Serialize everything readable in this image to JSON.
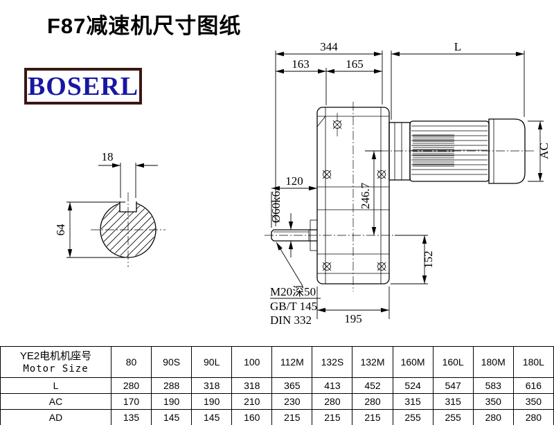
{
  "page": {
    "title": "F87减速机尺寸图纸",
    "logo_text": "BOSERL"
  },
  "colors": {
    "logo_text": "#1717a3",
    "logo_border": "#3b1612",
    "drawing_lines": "#000000",
    "background": "#ffffff"
  },
  "drawing": {
    "dims": {
      "top_width": "344",
      "motor_length": "L",
      "seg_left": "163",
      "seg_right": "165",
      "motor_height": "AC",
      "key_width": "18",
      "end_view_diameter": "64",
      "shaft_diameter": "Ø60k6",
      "shaft_length": "120",
      "axis_height": "246.7",
      "bottom_height": "152",
      "base_width": "195",
      "tap_note": "M20深50",
      "standard1": "GB/T 145",
      "standard2": "DIN 332"
    }
  },
  "table": {
    "header": {
      "line1": "YE2电机机座号",
      "line2": "Motor Size"
    },
    "columns": [
      "80",
      "90S",
      "90L",
      "100",
      "112M",
      "132S",
      "132M",
      "160M",
      "160L",
      "180M",
      "180L"
    ],
    "rows": [
      {
        "label": "L",
        "values": [
          "280",
          "288",
          "318",
          "318",
          "365",
          "413",
          "452",
          "524",
          "547",
          "583",
          "616"
        ]
      },
      {
        "label": "AC",
        "values": [
          "170",
          "190",
          "190",
          "210",
          "230",
          "280",
          "280",
          "315",
          "315",
          "350",
          "350"
        ]
      },
      {
        "label": "AD",
        "values": [
          "135",
          "145",
          "145",
          "160",
          "215",
          "215",
          "215",
          "255",
          "255",
          "280",
          "280"
        ]
      }
    ]
  }
}
